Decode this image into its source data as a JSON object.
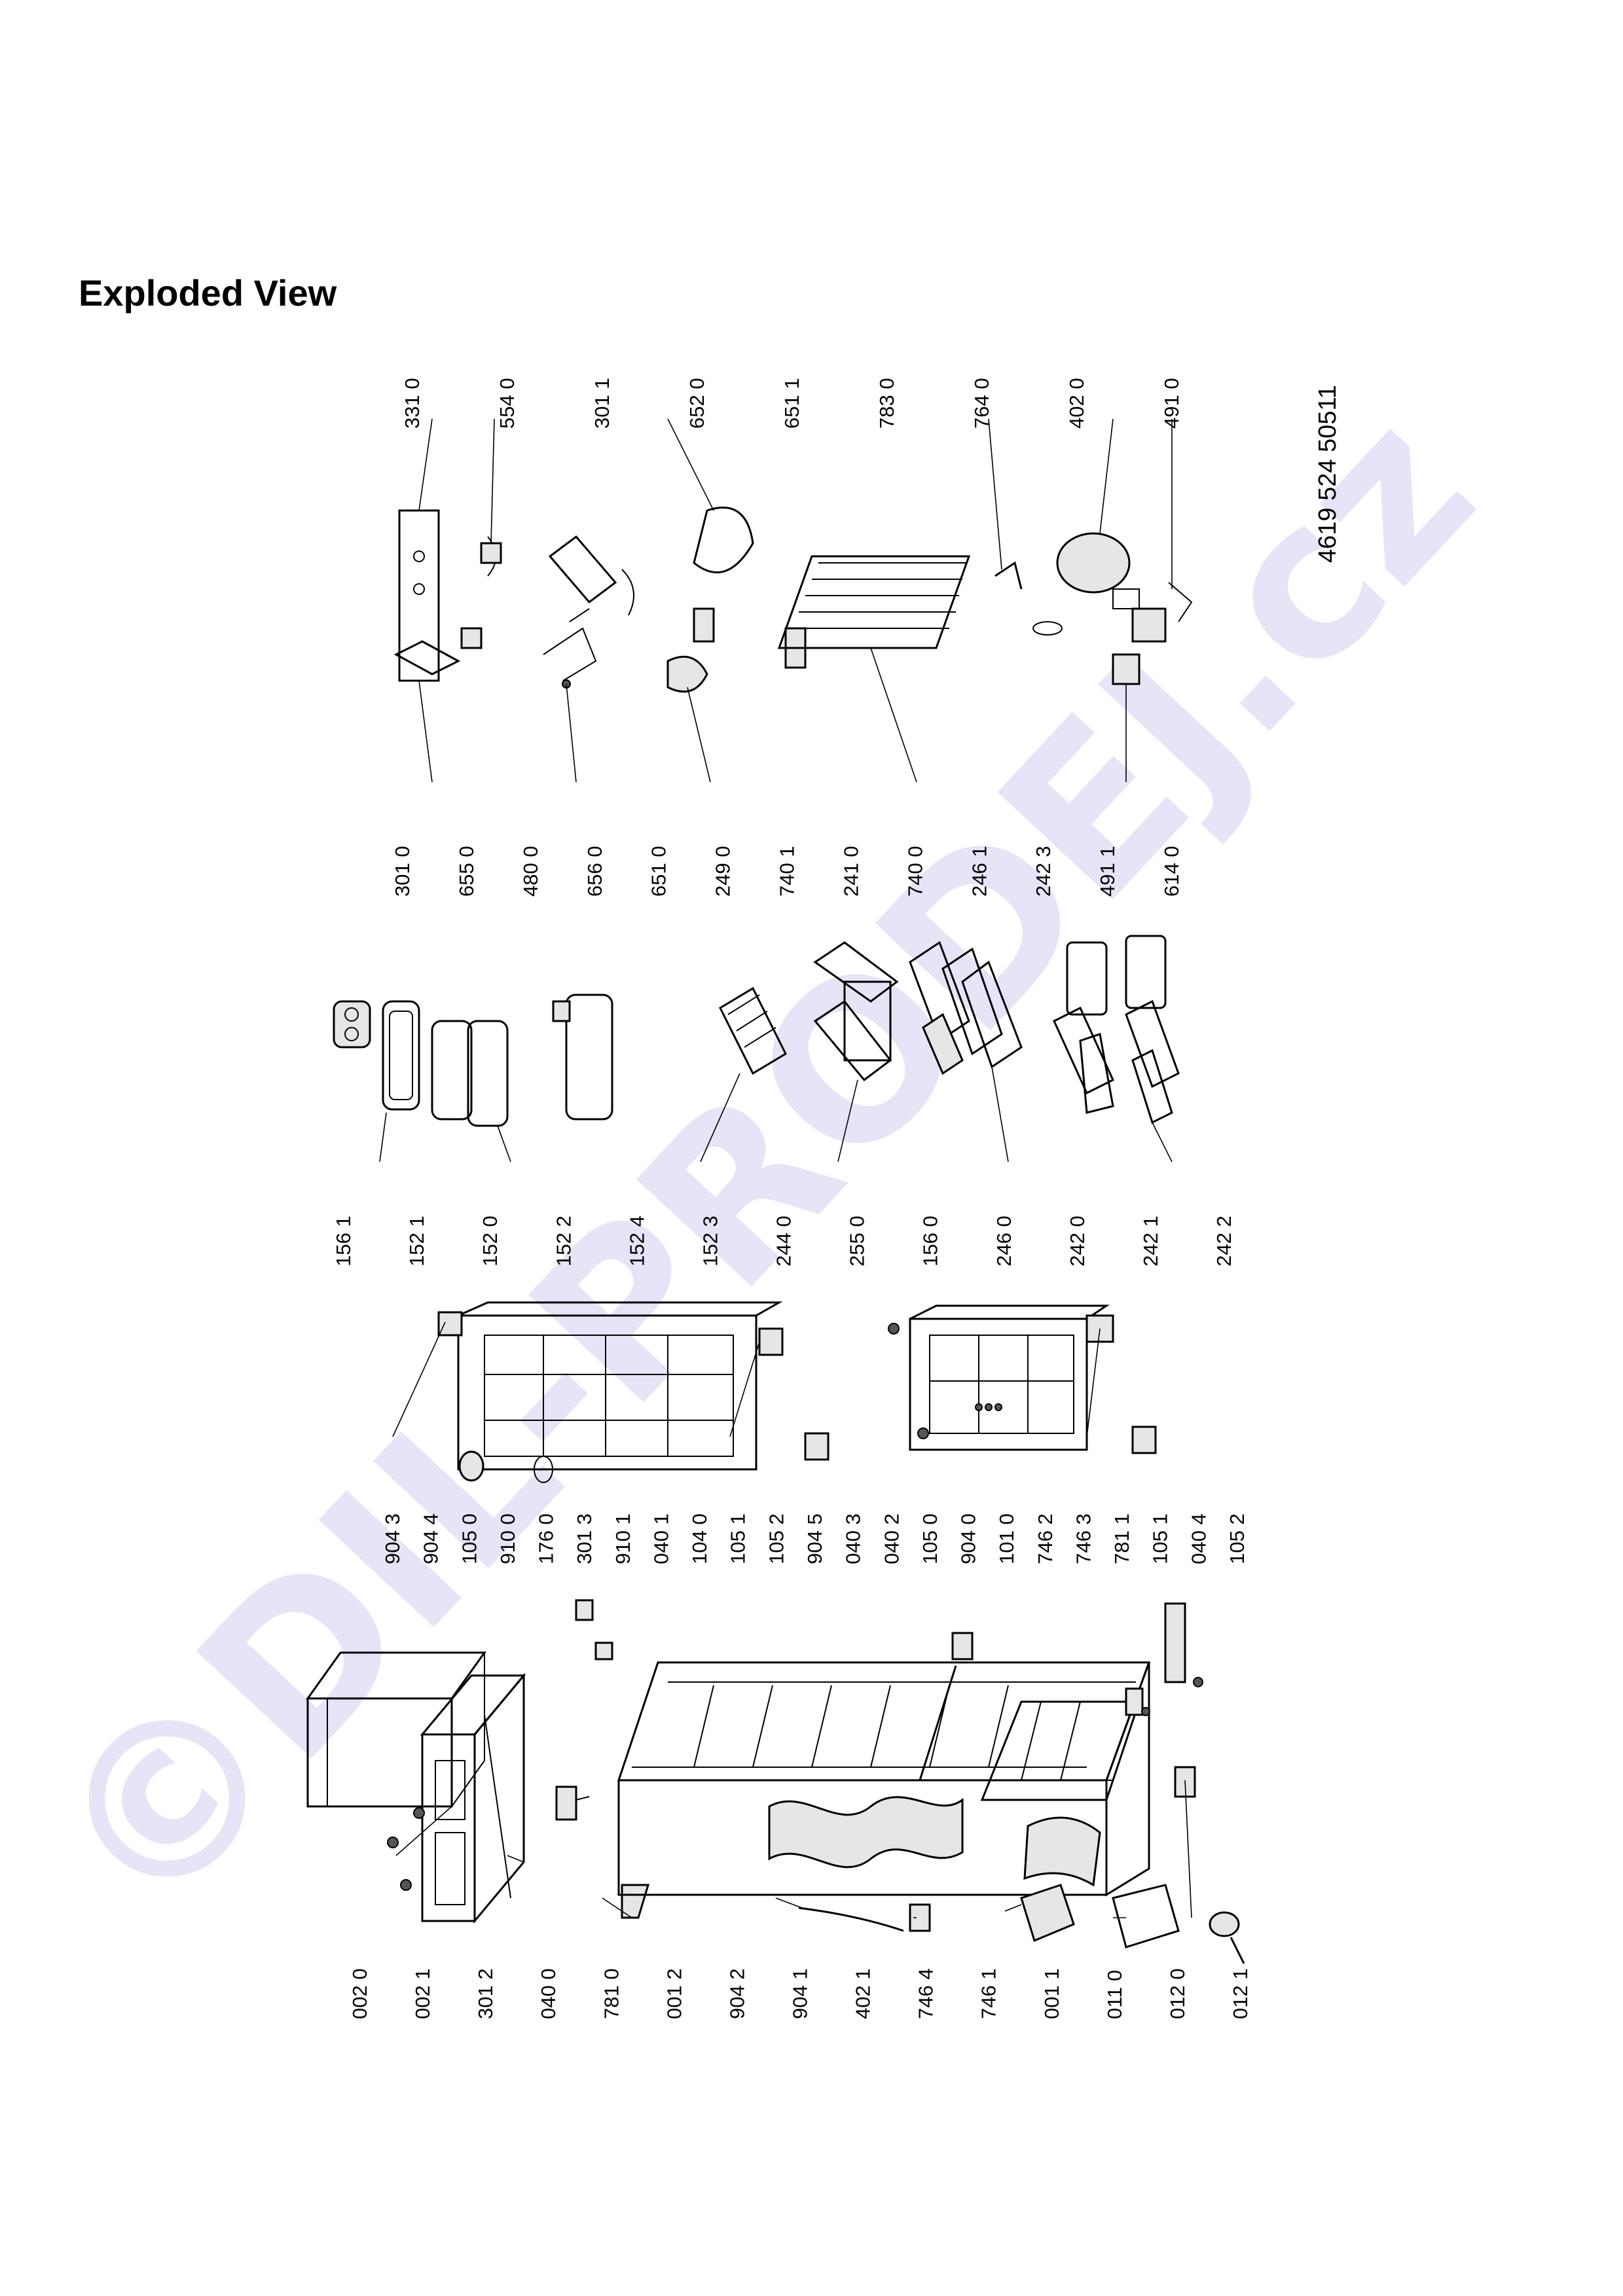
{
  "page": {
    "title": "Exploded View"
  },
  "watermark": {
    "text": "©DIL-PRODEJ.cz"
  },
  "document_number": "4619 524 50511",
  "labels": {
    "col1": [
      "002 0",
      "002 1",
      "301 2",
      "040 0",
      "781 0",
      "001 2",
      "904 2",
      "904 1",
      "402 1",
      "746 4",
      "746 1",
      "001 1",
      "011 0",
      "012 0",
      "012 1"
    ],
    "col2": [
      "904 3",
      "904 4",
      "105 0",
      "910 0",
      "176 0",
      "301 3",
      "910 1",
      "040 1",
      "104 0",
      "105 1",
      "105 2",
      "904 5",
      "040 3",
      "040 2",
      "105 0",
      "904 0",
      "101 0",
      "746 2",
      "746 3",
      "781 1",
      "105 1",
      "040 4",
      "105 2"
    ],
    "col3": [
      "156 1",
      "152 1",
      "152 0",
      "152 2",
      "152 4",
      "152 3",
      "244 0",
      "255 0",
      "156 0",
      "246 0",
      "242 0",
      "242 1",
      "242 2"
    ],
    "col4": [
      "301 0",
      "655 0",
      "480 0",
      "656 0",
      "651 0",
      "249 0",
      "740 1",
      "241 0",
      "740 0",
      "246 1",
      "242 3",
      "491 1",
      "614 0"
    ],
    "col5": [
      "331 0",
      "554 0",
      "301 1",
      "652 0",
      "651 1",
      "783 0",
      "764 0",
      "402 0",
      "491 0"
    ]
  }
}
